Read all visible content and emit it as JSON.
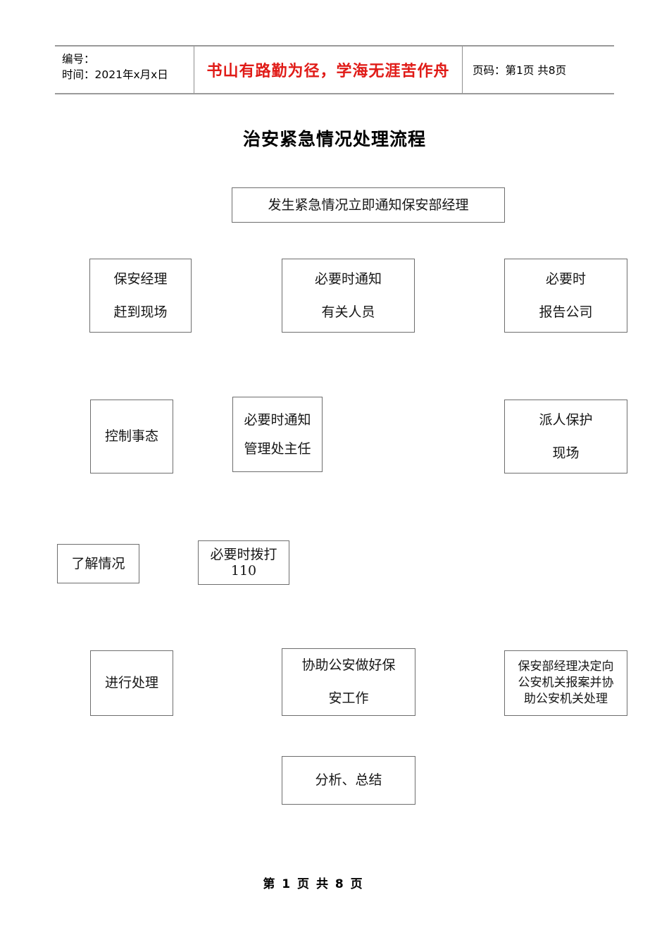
{
  "header": {
    "number_label": "编号：",
    "date_label": "时间：2021年x月x日",
    "motto": "书山有路勤为径，学海无涯苦作舟",
    "page_code": "页码：第1页 共8页"
  },
  "title": "治安紧急情况处理流程",
  "flowchart": {
    "type": "flowchart",
    "boxes": [
      {
        "id": "b1",
        "lines": [
          "发生紧急情况立即通知保安部经理"
        ]
      },
      {
        "id": "b2",
        "lines": [
          "保安经理",
          "赶到现场"
        ]
      },
      {
        "id": "b3",
        "lines": [
          "必要时通知",
          "有关人员"
        ]
      },
      {
        "id": "b4",
        "lines": [
          "必要时",
          "报告公司"
        ]
      },
      {
        "id": "b5",
        "lines": [
          "控制事态"
        ]
      },
      {
        "id": "b6",
        "lines": [
          "必要时通知",
          "管理处主任"
        ]
      },
      {
        "id": "b7",
        "lines": [
          "派人保护",
          "现场"
        ]
      },
      {
        "id": "b8",
        "lines": [
          "了解情况"
        ]
      },
      {
        "id": "b9",
        "lines": [
          "必要时拨打",
          "110"
        ]
      },
      {
        "id": "b10",
        "lines": [
          "进行处理"
        ]
      },
      {
        "id": "b11",
        "lines": [
          "协助公安做好保",
          "安工作"
        ]
      },
      {
        "id": "b12",
        "lines": [
          "保安部经理决定向",
          "公安机关报案并协",
          "助公安机关处理"
        ]
      },
      {
        "id": "b13",
        "lines": [
          "分析、总结"
        ]
      }
    ]
  },
  "footer": {
    "page_text": "第 1 页 共 8 页"
  },
  "colors": {
    "motto_red": "#e01b17",
    "box_border": "#6e6e6e",
    "table_border": "#9a9a9a",
    "text": "#161616"
  }
}
